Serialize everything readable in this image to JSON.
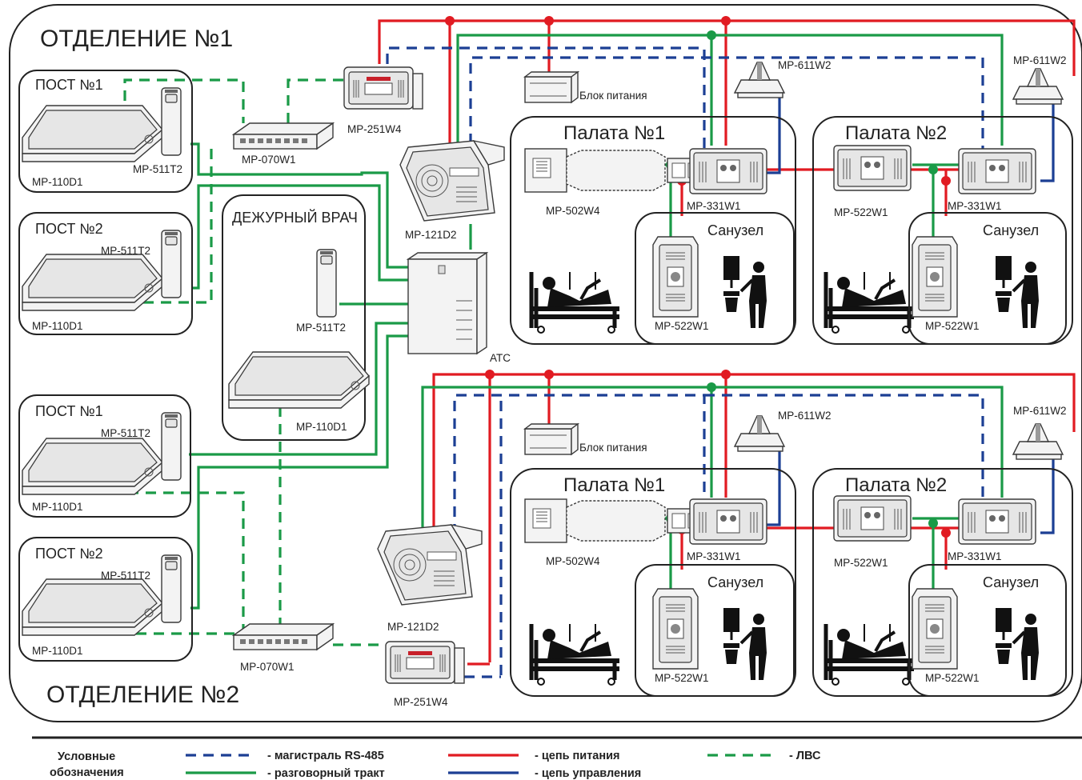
{
  "departments": {
    "dept1": "ОТДЕЛЕНИЕ №1",
    "dept2": "ОТДЕЛЕНИЕ №2"
  },
  "posts": {
    "p1": "ПОСТ №1",
    "p2": "ПОСТ №2",
    "p3": "ПОСТ №1",
    "p4": "ПОСТ №2",
    "p1_console": "MP-110D1",
    "p1_handset": "MP-511T2",
    "p2_console": "MP-110D1",
    "p2_handset": "MP-511T2",
    "p3_console": "MP-110D1",
    "p3_handset": "MP-511T2",
    "p4_console": "MP-110D1",
    "p4_handset": "MP-511T2"
  },
  "doctor": {
    "title": "ДЕЖУРНЫЙ ВРАЧ",
    "handset": "MP-511T2",
    "console": "MP-110D1"
  },
  "central": {
    "switch_top": "MP-070W1",
    "switch_bottom": "MP-070W1",
    "amp_top": "MP-251W4",
    "amp_bottom": "MP-251W4",
    "router_top": "MP-121D2",
    "router_bottom": "MP-121D2",
    "pbx": "АТС",
    "psu_top": "Блок питания",
    "psu_bottom": "Блок питания"
  },
  "wards": {
    "w1": {
      "title": "Палата №1",
      "bedhead": "MP-502W4",
      "terminal": "MP-331W1",
      "lamp": "MP-611W2",
      "wc": "Санузел",
      "wc_button": "MP-522W1"
    },
    "w2": {
      "title": "Палата №2",
      "bedhead": "MP-522W1",
      "terminal": "MP-331W1",
      "lamp": "MP-611W2",
      "wc": "Санузел",
      "wc_button": "MP-522W1"
    },
    "w3": {
      "title": "Палата №1",
      "bedhead": "MP-502W4",
      "terminal": "MP-331W1",
      "lamp": "MP-611W2",
      "wc": "Санузел",
      "wc_button": "MP-522W1"
    },
    "w4": {
      "title": "Палата №2",
      "bedhead": "MP-522W1",
      "terminal": "MP-331W1",
      "lamp": "MP-611W2",
      "wc": "Санузел",
      "wc_button": "MP-522W1"
    }
  },
  "legend": {
    "title_line1": "Условные",
    "title_line2": "обозначения",
    "rs485": "- магистраль RS-485",
    "talk": "- разговорный тракт",
    "power": "- цепь питания",
    "control": "- цепь управления",
    "lan": "- ЛВС"
  },
  "colors": {
    "power": "#e11b22",
    "talk": "#1a9a47",
    "rs485": "#1c3f94",
    "control": "#1c3f94",
    "lan": "#1a9a47"
  }
}
